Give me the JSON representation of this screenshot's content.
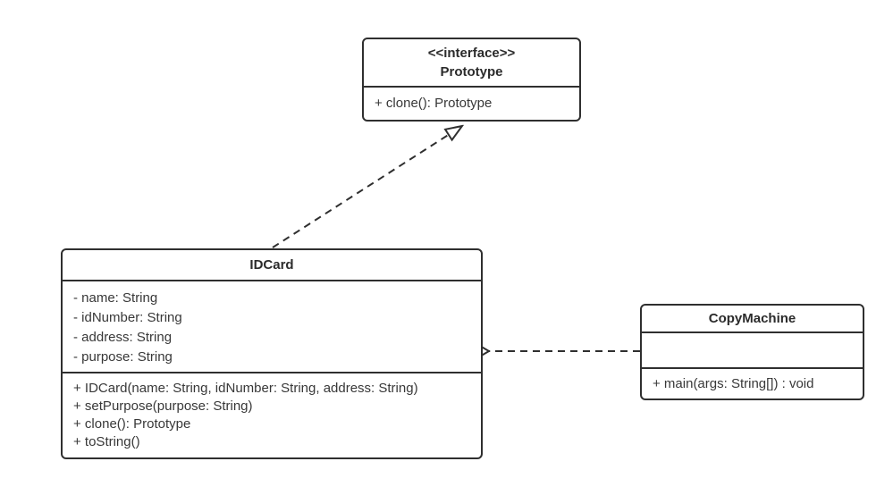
{
  "diagram": {
    "type": "uml-class-diagram",
    "colors": {
      "background": "#ffffff",
      "box_fill": "#ffffff",
      "line": "#2f2f2f",
      "text": "#333333"
    },
    "classes": [
      {
        "id": "prototype",
        "stereotype": "<<interface>>",
        "name": "Prototype",
        "attributes": [],
        "methods": [
          "+ clone(): Prototype"
        ]
      },
      {
        "id": "idcard",
        "stereotype": "",
        "name": "IDCard",
        "attributes": [
          "- name: String",
          "- idNumber: String",
          "- address: String",
          "- purpose: String"
        ],
        "methods": [
          "+ IDCard(name: String, idNumber: String, address: String)",
          "+ setPurpose(purpose: String)",
          "+ clone(): Prototype",
          "+ toString()"
        ]
      },
      {
        "id": "copymachine",
        "stereotype": "",
        "name": "CopyMachine",
        "attributes": [],
        "methods": [
          "+ main(args: String[]) : void"
        ]
      }
    ],
    "relations": [
      {
        "type": "realization",
        "from": "IDCard",
        "to": "Prototype",
        "line_style": "dashed",
        "arrowhead": "hollow-triangle"
      },
      {
        "type": "dependency",
        "from": "CopyMachine",
        "to": "IDCard",
        "line_style": "dashed",
        "arrowhead": "open-v"
      }
    ]
  }
}
